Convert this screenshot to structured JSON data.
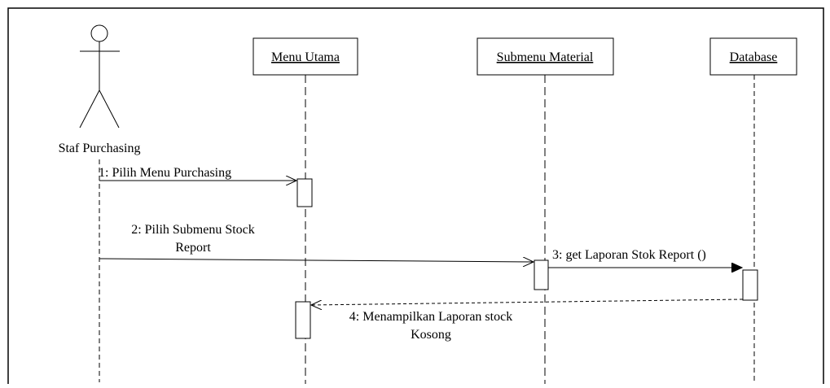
{
  "actor": {
    "name": "Staf Purchasing"
  },
  "lifelines": [
    {
      "id": "menu-utama",
      "label": "Menu Utama"
    },
    {
      "id": "submenu-material",
      "label": "Submenu Material"
    },
    {
      "id": "database",
      "label": "Database"
    }
  ],
  "messages": [
    {
      "line1": "1:  Pilih Menu Purchasing"
    },
    {
      "line1": "2: Pilih Submenu Stock",
      "line2": "Report"
    },
    {
      "line1": "3: get Laporan Stok Report ()"
    },
    {
      "line1": "4: Menampilkan Laporan stock",
      "line2": "Kosong"
    }
  ]
}
